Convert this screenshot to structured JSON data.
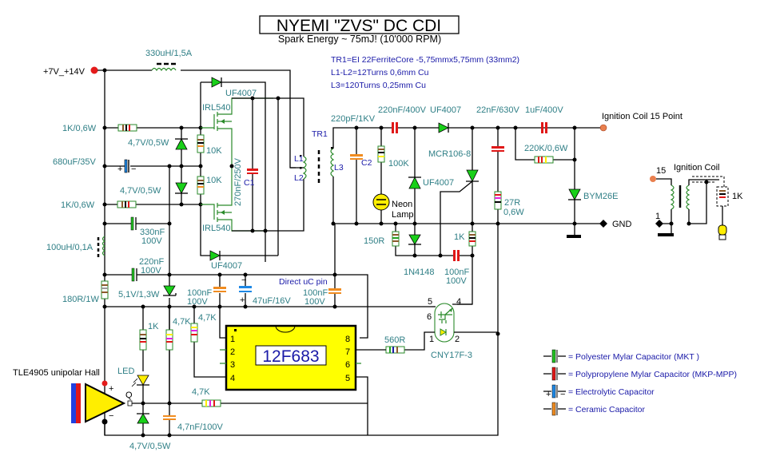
{
  "title": "NYEMI \"ZVS\" DC CDI",
  "subtitle": "Spark Energy ~ 75mJ! (10'000 RPM)",
  "notes": [
    "TR1=EI 22FerriteCore -5,75mmx5,75mm (33mm2)",
    "L1-L2=12Turns  0,6mm Cu",
    "L3=120Turns  0,25mm Cu"
  ],
  "supply": {
    "label": "+7V_+14V",
    "choke": "330uH/1,5A"
  },
  "components": {
    "r_1k_top": "1K/0,6W",
    "r_1k_mid": "1K/0,6W",
    "cap_680": "680uF/35V",
    "zener_top": "4,7V/0,5W",
    "zener_mid": "4,7V/0,5W",
    "r_10k_a": "10K",
    "r_10k_b": "10K",
    "mosfet_top": "IRL540",
    "mosfet_bot": "IRL540",
    "diode_top": "UF4007",
    "diode_bot": "UF4007",
    "c1_value": "270nF/250V",
    "c1_name": "C1",
    "tr1": "TR1",
    "l1": "L1",
    "l2": "L2",
    "l3": "L3",
    "c_330": "330nF",
    "c_330_v": "100V",
    "l_100u": "100uH/0,1A",
    "c_220": "220nF",
    "c_220_v": "100V",
    "r_180": "180R/1W",
    "zener_51": "5,1V/1,3W",
    "c_100n_a": "100nF",
    "c_100n_a_v": "100V",
    "c_47u": "47uF/16V",
    "direct_pin": "Direct uC pin",
    "c_100n_b": "100nF",
    "c_100n_b_v": "100V",
    "c_220p": "220pF/1KV",
    "c2": "C2",
    "r_100k": "100K",
    "neon": "Neon",
    "lamp": "Lamp",
    "c_220n_400": "220nF/400V",
    "diode_hv": "UF4007",
    "diode_hv2": "UF4007",
    "scr": "MCR106-8",
    "c_22n": "22nF/630V",
    "c_1u": "1uF/400V",
    "r_220k": "220K/0,6W",
    "r_27": "27R",
    "r_27_w": "0,6W",
    "diode_bym": "BYM26E",
    "r_150": "150R",
    "d_1n4148": "1N4148",
    "r_1k_scr": "1K",
    "c_100n_c": "100nF",
    "c_100n_c_v": "100V",
    "ign_point": "Ignition Coil 15 Point",
    "gnd": "GND",
    "r_1k_led": "1K",
    "r_47k_a": "4,7K",
    "r_47k_b": "4,7K",
    "r_47k_c": "4,7K",
    "led": "LED",
    "hall": "TLE4905 unipolar Hall",
    "hall_q": "Q",
    "zener_bot": "4,7V/0,5W",
    "c_47n": "4,7nF/100V",
    "r_560": "560R",
    "opto": "CNY17F-3"
  },
  "chip": {
    "name": "12F683",
    "pins_left": [
      "1",
      "2",
      "3",
      "4"
    ],
    "pins_right": [
      "8",
      "7",
      "6",
      "5"
    ]
  },
  "opto_pins": [
    "5",
    "4",
    "6",
    "1",
    "2"
  ],
  "coil": {
    "title": "Ignition Coil",
    "pin15": "15",
    "pin1": "1",
    "r": "1K"
  },
  "legend": [
    {
      "label": "= Polyester Mylar Capacitor (MKT )",
      "color": "#22c022"
    },
    {
      "label": "= Polypropylene  Mylar Capacitor (MKP-MPP)",
      "color": "#e01818"
    },
    {
      "label": "= Electrolytic Capacitor",
      "color": "#1e88e5"
    },
    {
      "label": "= Ceramic Capacitor",
      "color": "#f08c20"
    }
  ],
  "colors": {
    "label": "#2f7f86",
    "note": "#1a1aa8",
    "chip": "#ffff00",
    "diode": "#19d019",
    "terminal": "#e06030"
  }
}
